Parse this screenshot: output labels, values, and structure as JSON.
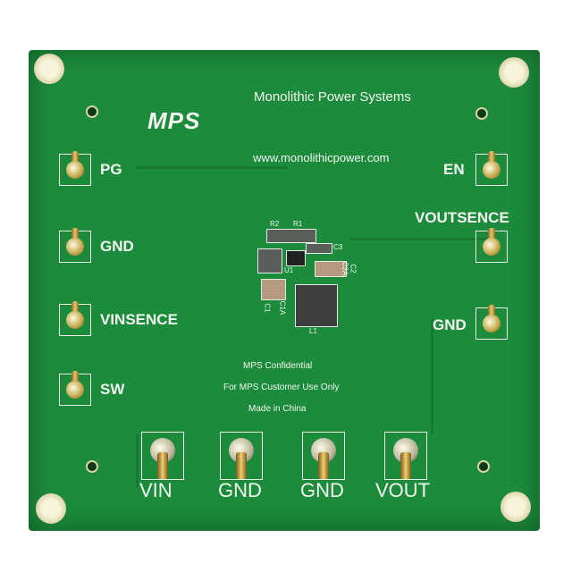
{
  "board": {
    "company": "Monolithic Power Systems",
    "logo": "MPS",
    "website": "www.monolithicpower.com",
    "left_terminals": [
      "PG",
      "GND",
      "VINSENCE",
      "SW"
    ],
    "right_terminals": [
      "EN",
      "VOUTSENCE",
      "GND"
    ],
    "bottom_terminals": [
      "VIN",
      "GND",
      "GND",
      "VOUT"
    ],
    "notes": [
      "MPS Confidential",
      "For MPS Customer Use Only",
      "Made in China"
    ],
    "components": {
      "r2": "R2",
      "r1": "R1",
      "c3": "C3",
      "c2": "C2",
      "c2a": "C2A",
      "c1": "C1",
      "c1a": "C1A",
      "l1": "L1",
      "u1": "U1"
    },
    "colors": {
      "pcb": "#1c8b3c",
      "silkscreen": "#f2f7f0"
    }
  }
}
